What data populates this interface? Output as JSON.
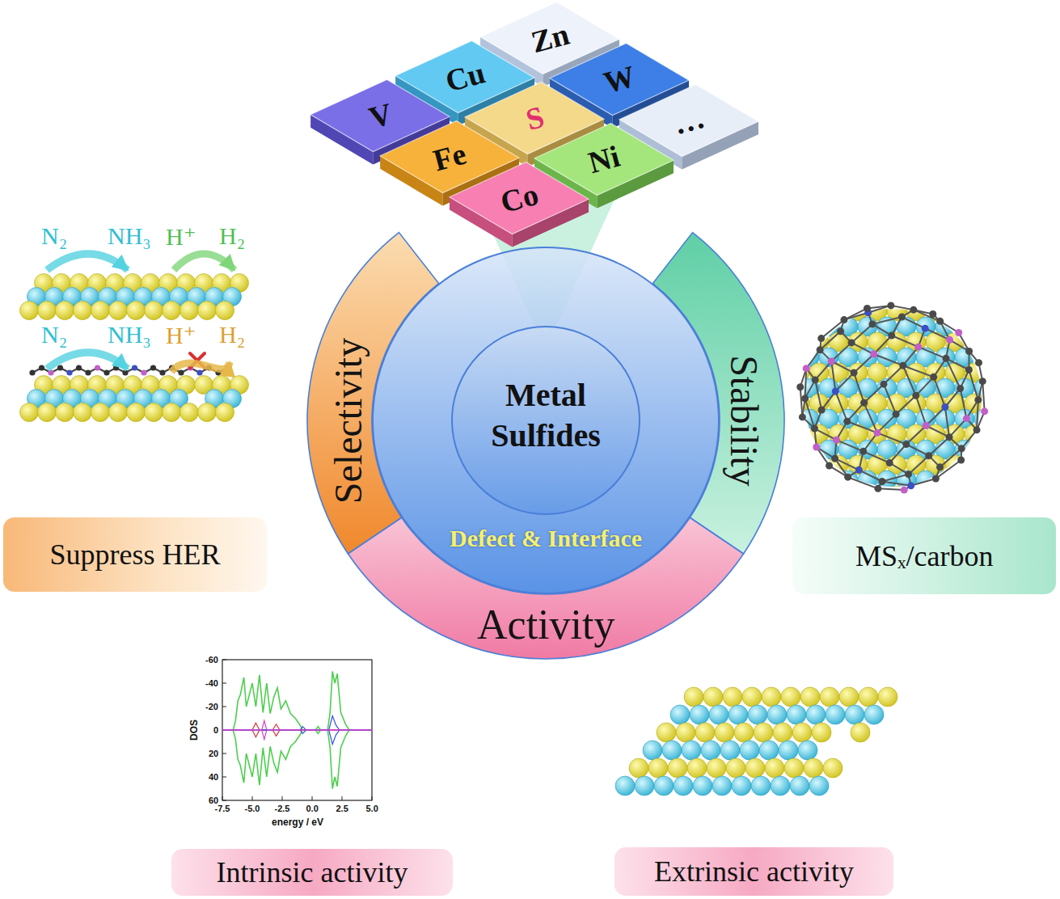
{
  "diagram": {
    "nodes": [
      {
        "text": [
          "Zn"
        ]
      },
      {
        "text": [
          "Cu"
        ]
      },
      {
        "text": [
          "W"
        ]
      },
      {
        "text": [
          "V"
        ]
      },
      {
        "text": [
          "S"
        ]
      },
      {
        "text": [
          "…"
        ]
      },
      {
        "text": [
          "Fe"
        ]
      },
      {
        "text": [
          "Ni"
        ]
      },
      {
        "text": [
          "Co"
        ]
      },
      {
        "text": [
          "Selectivity"
        ]
      },
      {
        "text": [
          "Stability"
        ]
      },
      {
        "text": [
          "Defect & Interface"
        ]
      },
      {
        "text": [
          "Metal Sulfides"
        ],
        "in": 11
      },
      {
        "text": [
          "Activity"
        ]
      },
      {
        "text": [
          "Suppress HER"
        ]
      },
      {
        "text": [
          "MSₓ/carbon"
        ]
      },
      {
        "text": [
          "Intrinsic activity"
        ]
      },
      {
        "text": [
          "Extrinsic activity"
        ]
      }
    ],
    "labels": [
      "N₂",
      "NH₃",
      "H⁺",
      "H₂",
      "N₂",
      "NH₃",
      "H⁺",
      "H₂",
      "-60",
      "-40",
      "-20",
      "0",
      "20",
      "40",
      "60",
      "DOS",
      "-7.5",
      "-5.0",
      "-2.5",
      "0.0",
      "2.5",
      "5.0",
      "energy / eV"
    ]
  }
}
